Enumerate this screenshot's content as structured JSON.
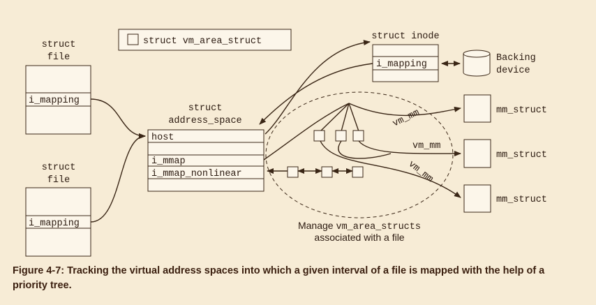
{
  "diagram": {
    "legend_label": "struct vm_area_struct",
    "file_top": {
      "label_line1": "struct",
      "label_line2": "file",
      "field": "i_mapping"
    },
    "file_bottom": {
      "label_line1": "struct",
      "label_line2": "file",
      "field": "i_mapping"
    },
    "address_space": {
      "label_line1": "struct",
      "label_line2": "address_space",
      "fields": [
        "host",
        "i_mmap",
        "i_mmap_nonlinear"
      ]
    },
    "inode": {
      "label": "struct inode",
      "field": "i_mapping"
    },
    "backing_device": {
      "line1": "Backing",
      "line2": "device"
    },
    "mm_structs": [
      "mm_struct",
      "mm_struct",
      "mm_struct"
    ],
    "edge_labels": [
      "vm_mm",
      "vm_mm",
      "vm_mm"
    ],
    "manage_note": {
      "prefix": "Manage ",
      "code": "vm_area_structs",
      "line2": "associated with a file"
    }
  },
  "caption": "Figure 4-7: Tracking the virtual address spaces into which a given interval of a file is mapped with the help of a priority tree."
}
